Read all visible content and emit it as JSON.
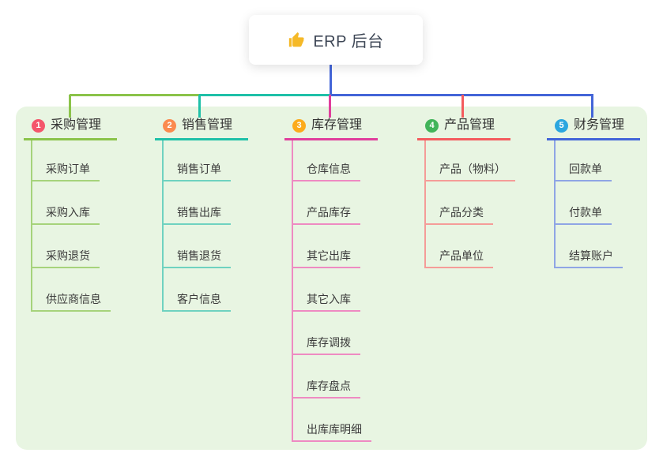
{
  "root": {
    "label": "ERP 后台",
    "icon": "thumbs-up-icon",
    "connector_color": "#4365d8",
    "background": "#ffffff",
    "text_color": "#3d4655"
  },
  "canvas": {
    "background": "#e8f5e2"
  },
  "branches": [
    {
      "num": "1",
      "title": "采购管理",
      "color": "#8bc34a",
      "light_color": "#a6d37b",
      "badge_color": "#f4566b",
      "children": [
        "采购订单",
        "采购入库",
        "采购退货",
        "供应商信息"
      ]
    },
    {
      "num": "2",
      "title": "销售管理",
      "color": "#1fc0a8",
      "light_color": "#6fd2c0",
      "badge_color": "#fb8a4e",
      "children": [
        "销售订单",
        "销售出库",
        "销售退货",
        "客户信息"
      ]
    },
    {
      "num": "3",
      "title": "库存管理",
      "color": "#e03e9c",
      "light_color": "#ee8ac2",
      "badge_color": "#fcab1c",
      "children": [
        "仓库信息",
        "产品库存",
        "其它出库",
        "其它入库",
        "库存调拨",
        "库存盘点",
        "出库库明细"
      ]
    },
    {
      "num": "4",
      "title": "产品管理",
      "color": "#f45b5e",
      "light_color": "#f59c98",
      "badge_color": "#41b459",
      "children": [
        "产品（物料）",
        "产品分类",
        "产品单位"
      ]
    },
    {
      "num": "5",
      "title": "财务管理",
      "color": "#4365d8",
      "light_color": "#8fa5e5",
      "badge_color": "#2ba6df",
      "children": [
        "回款单",
        "付款单",
        "结算账户"
      ]
    }
  ]
}
